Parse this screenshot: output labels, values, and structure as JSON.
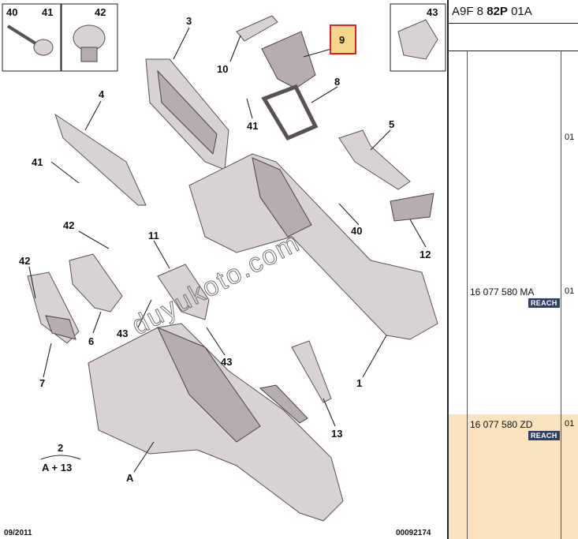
{
  "callouts": {
    "c40": "40",
    "c41": "41",
    "c42": "42",
    "c43": "43",
    "c3": "3",
    "c10": "10",
    "c9": "9",
    "c8": "8",
    "c41b": "41",
    "c4": "4",
    "c5": "5",
    "c41c": "41",
    "c42b": "42",
    "c40b": "40",
    "c12": "12",
    "c11": "11",
    "c42c": "42",
    "c6": "6",
    "c43b": "43",
    "c43c": "43",
    "c7": "7",
    "c1": "1",
    "c13": "13",
    "cA": "A"
  },
  "legend": {
    "top": "2",
    "bottom": "A + 13"
  },
  "footer": {
    "date": "09/2011",
    "code": "00092174"
  },
  "watermark": "duyukoto.com",
  "sidebar": {
    "header_prefix": "A9F 8",
    "header_bold": "82P",
    "header_suffix": "01A",
    "col_top_qty": "01",
    "rows": [
      {
        "part_number": "16 077 580 MA",
        "qty": "01",
        "badge": "REACH",
        "highlight": false
      },
      {
        "part_number": "16 077 580 ZD",
        "qty": "01",
        "badge": "REACH",
        "highlight": true
      }
    ]
  },
  "colors": {
    "highlight": "#fbe3c0",
    "badge": "#2f3f66",
    "callout_box": "#d9232a",
    "callout_fill": "#f6d68a"
  }
}
